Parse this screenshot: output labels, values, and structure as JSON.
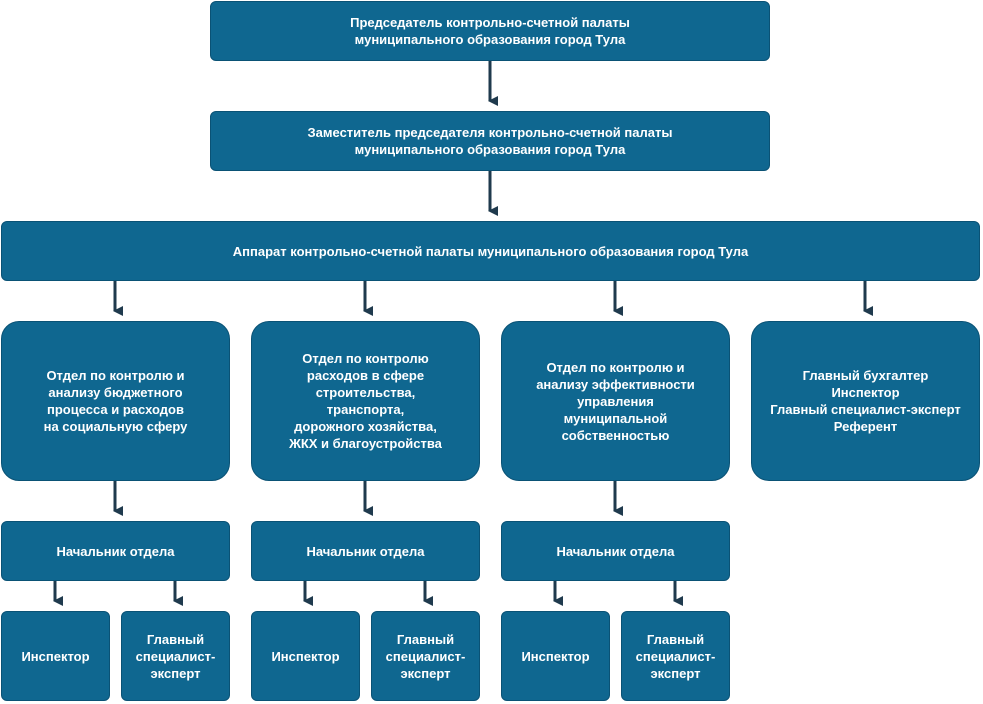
{
  "colors": {
    "box_fill": "#0f6790",
    "box_border": "#0a5275",
    "box_text": "#ffffff",
    "arrow": "#1f3a4d"
  },
  "chairman": {
    "line1": "Председатель контрольно-счетной палаты",
    "line2": "муниципального образования город Тула"
  },
  "deputy": {
    "line1": "Заместитель председателя контрольно-счетной палаты",
    "line2": "муниципального образования город Тула"
  },
  "apparatus": {
    "label": "Аппарат контрольно-счетной палаты муниципального образования город Тула"
  },
  "departments": [
    {
      "lines": [
        "Отдел по контролю и",
        "анализу бюджетного",
        "процесса и расходов",
        "на социальную сферу"
      ],
      "head": "Начальник отдела",
      "inspector": "Инспектор",
      "specialist": [
        "Главный",
        "специалист-",
        "эксперт"
      ]
    },
    {
      "lines": [
        "Отдел по контролю",
        "расходов в сфере",
        "строительства,",
        "транспорта,",
        "дорожного хозяйства,",
        "ЖКХ и благоустройства"
      ],
      "head": "Начальник отдела",
      "inspector": "Инспектор",
      "specialist": [
        "Главный",
        "специалист-",
        "эксперт"
      ]
    },
    {
      "lines": [
        "Отдел по контролю и",
        "анализу эффективности",
        "управления",
        "муниципальной",
        "собственностью"
      ],
      "head": "Начальник отдела",
      "inspector": "Инспектор",
      "specialist": [
        "Главный",
        "специалист-",
        "эксперт"
      ]
    }
  ],
  "staff": {
    "lines": [
      "Главный бухгалтер",
      "Инспектор",
      "Главный специалист-эксперт",
      "Референт"
    ]
  }
}
